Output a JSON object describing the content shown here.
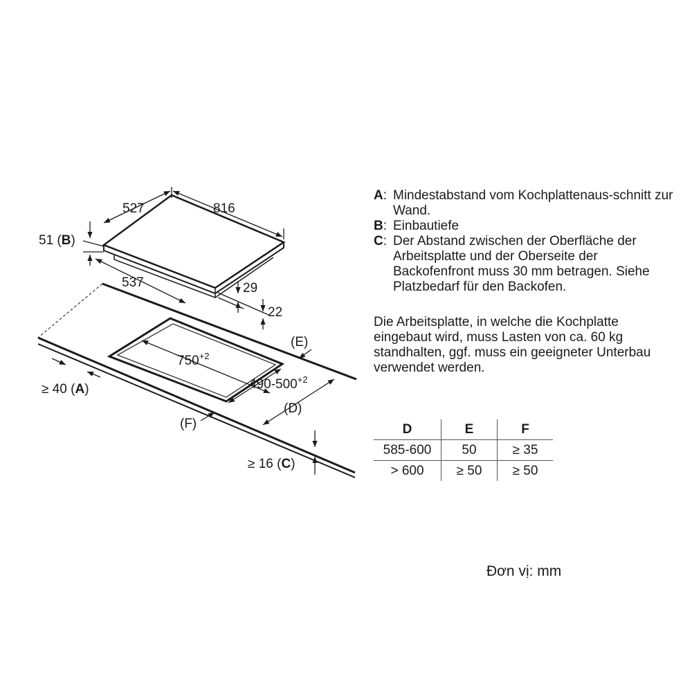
{
  "dimensions": {
    "hob_depth": "527",
    "hob_width": "816",
    "hob_height": "51",
    "hob_height_ref": "B",
    "front_offset": "537",
    "thickness_29": "29",
    "thickness_22": "22",
    "cutout_width": "750",
    "cutout_width_tol": "+2",
    "cutout_depth": "490-500",
    "cutout_depth_tol": "+2",
    "wall_min": "≥ 40",
    "wall_ref": "A",
    "front_min": "≥ 16",
    "front_ref": "C",
    "ref_e": "(E)",
    "ref_d": "(D)",
    "ref_f": "(F)"
  },
  "legend": [
    {
      "key": "A",
      "text": "Mindestabstand vom Kochplattenaus-schnitt zur Wand."
    },
    {
      "key": "B",
      "text": "Einbautiefe"
    },
    {
      "key": "C",
      "text": "Der Abstand zwischen der Oberfläche der Arbeitsplatte und der Oberseite der Backofenfront muss 30 mm betragen. Siehe Platzbedarf für den Backofen."
    }
  ],
  "note": "Die Arbeitsplatte, in welche die Kochplatte eingebaut wird, muss Lasten von ca. 60 kg standhalten, ggf. muss ein geeigneter Unterbau verwendet werden.",
  "table": {
    "headers": [
      "D",
      "E",
      "F"
    ],
    "rows": [
      [
        "585-600",
        "50",
        "≥ 35"
      ],
      [
        "> 600",
        "≥ 50",
        "≥ 50"
      ]
    ]
  },
  "unit_label": "Đơn vị: mm",
  "colors": {
    "line": "#1a1a1a",
    "background": "#ffffff"
  }
}
